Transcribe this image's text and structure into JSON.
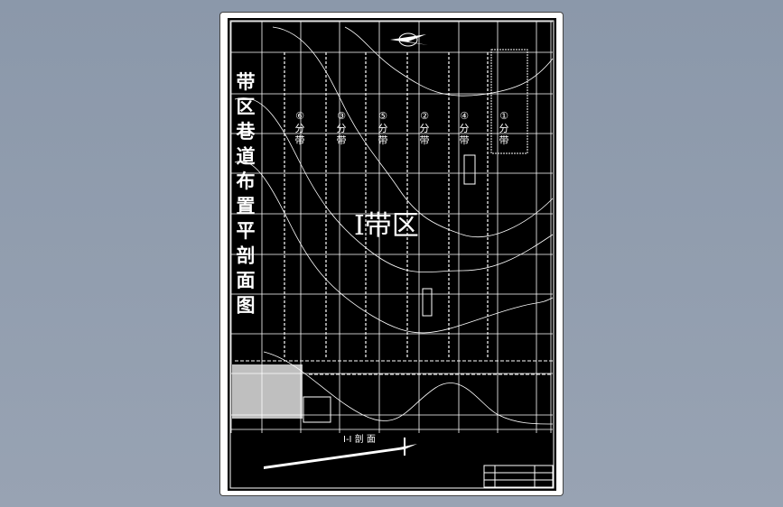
{
  "drawing": {
    "title_chars": [
      "带",
      "区",
      "巷",
      "道",
      "布",
      "置",
      "平",
      "剖",
      "面",
      "图"
    ],
    "district_label": "I带区",
    "panels": [
      {
        "number": "⑥",
        "label": "分带"
      },
      {
        "number": "③",
        "label": "分带"
      },
      {
        "number": "⑤",
        "label": "分带"
      },
      {
        "number": "②",
        "label": "分带"
      },
      {
        "number": "④",
        "label": "分带"
      },
      {
        "number": "①",
        "label": "分带"
      }
    ],
    "section_label": "I-I 剖 面",
    "colors": {
      "background": "#000000",
      "lines": "#ffffff",
      "sheet": "#ffffff",
      "accent": "#ff00ff"
    }
  }
}
